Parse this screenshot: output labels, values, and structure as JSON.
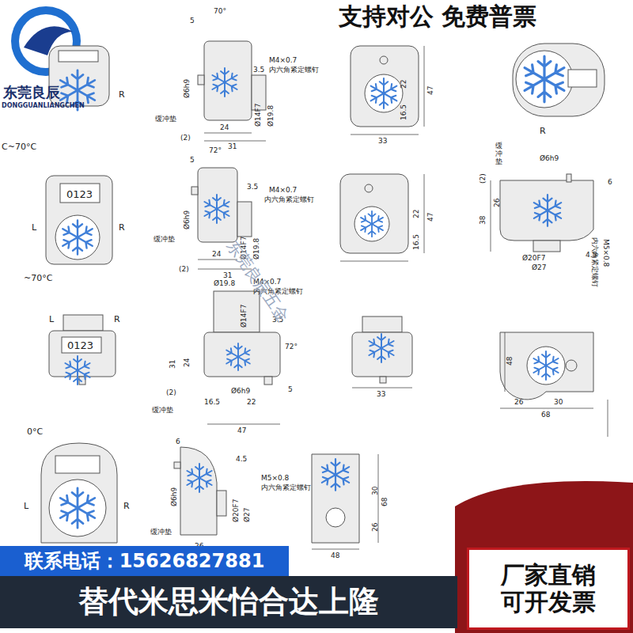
{
  "diagram": {
    "nodes": [
      {
        "text": [
          "联系电话：15626827881"
        ]
      },
      {
        "text": [
          "替代米思米怡合达上隆"
        ]
      },
      {
        "text": [
          "厂家直销",
          "可开发票"
        ]
      }
    ],
    "labels": [
      "东莞良辰",
      "DONGGUANLIANGCHEN",
      "支持对公 免费普票",
      "R",
      "C~70°C",
      "5",
      "70°",
      "3.5",
      "M4×0.7",
      "内六角紧定螺钉",
      "Ø6h9",
      "Ø14F7",
      "Ø19.8",
      "缓冲垫",
      "24",
      "(2)",
      "31",
      "22",
      "47",
      "16.5",
      "33",
      "R",
      "5",
      "72°",
      "3.5",
      "M4×0.7",
      "内六角紧定螺钉",
      "Ø6h9",
      "Ø14F7",
      "Ø19.8",
      "缓冲垫",
      "24",
      "(2)",
      "31",
      "22",
      "47",
      "16.5",
      "0123",
      "L",
      "R",
      "缓冲垫",
      "Ø6h9",
      "6",
      "(2)",
      "26",
      "38",
      "4.5",
      "Ø20F7",
      "Ø27",
      "M5×0.8",
      "内六角紧定螺钉",
      "~70°C",
      "Ø19.8",
      "M4×0.7",
      "内六角紧定螺钉",
      "Ø14F7",
      "3.5",
      "31",
      "24",
      "72°",
      "5",
      "(2)",
      "Ø6h9",
      "缓冲垫",
      "16.5",
      "22",
      "47",
      "33",
      "L",
      "R",
      "0123",
      "48",
      "26",
      "30",
      "68",
      "0°C",
      "6",
      "4.5",
      "M5×0.8",
      "内六角紧定螺钉",
      "Ø6h9",
      "Ø20F7",
      "Ø27",
      "缓冲垫",
      "26",
      "48",
      "30",
      "26",
      "68",
      "L",
      "R",
      "东莞良辰五金"
    ]
  }
}
